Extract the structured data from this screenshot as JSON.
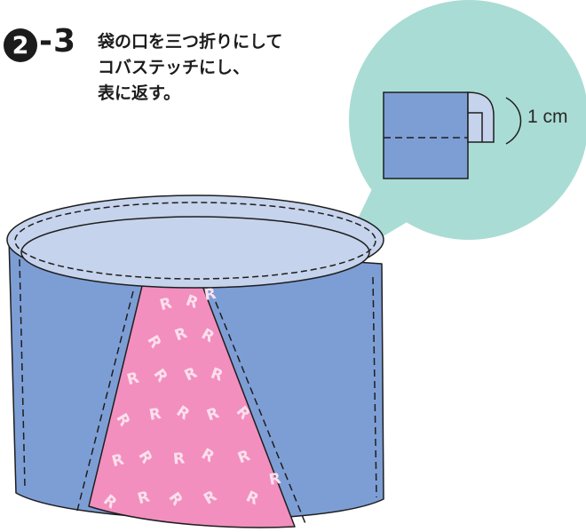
{
  "step": {
    "number": "2",
    "sub": "-3",
    "lines": [
      "袋の口を三つ折りにして",
      "コバステッチにし、",
      "表に返す。"
    ]
  },
  "detail": {
    "measurement": "1 cm"
  },
  "fabric": {
    "motif_letter": "R"
  },
  "colors": {
    "bubble": "#a9dcd4",
    "fabric_blue": "#7d9ed5",
    "lining": "#c6d3ec",
    "pink": "#f28fbf",
    "line": "#1e1e1e"
  }
}
